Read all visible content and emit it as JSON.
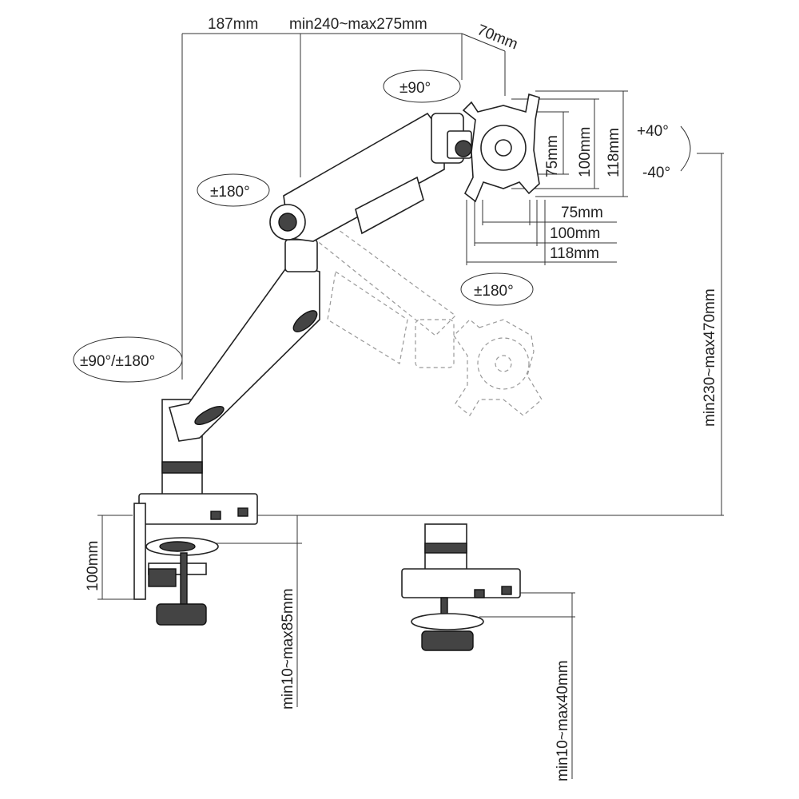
{
  "dimensions": {
    "top_arm_length": "187mm",
    "forearm_length": "min240~max275mm",
    "head_offset": "70mm",
    "vesa_v_75": "75mm",
    "vesa_v_100": "100mm",
    "vesa_v_118": "118mm",
    "vesa_h_75": "75mm",
    "vesa_h_100": "100mm",
    "vesa_h_118": "118mm",
    "height_range": "min230~max470mm",
    "clamp_plate_height": "100mm",
    "clamp_range": "min10~max85mm",
    "grommet_range": "min10~max40mm"
  },
  "rotations": {
    "head_swivel": "±90°",
    "tilt_up": "+40°",
    "tilt_down": "-40°",
    "elbow": "±180°",
    "rotation": "±180°",
    "base": "±90°/±180°"
  }
}
